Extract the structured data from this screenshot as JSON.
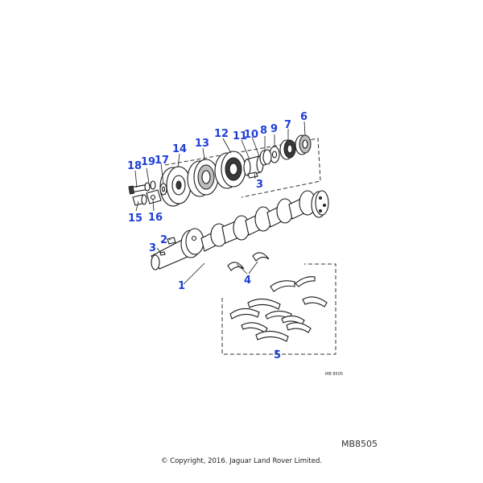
{
  "diagram": {
    "callouts": [
      "1",
      "2",
      "3",
      "3",
      "4",
      "5",
      "6",
      "7",
      "8",
      "9",
      "10",
      "11",
      "12",
      "13",
      "14",
      "15",
      "16",
      "17",
      "18",
      "19"
    ],
    "small_reference": "MB 8505",
    "reference_code": "MB8505",
    "copyright": "© Copyright, 2016. Jaguar Land Rover Limited."
  },
  "colors": {
    "callout": "#1f3fd6",
    "line": "#1a1a1a"
  }
}
